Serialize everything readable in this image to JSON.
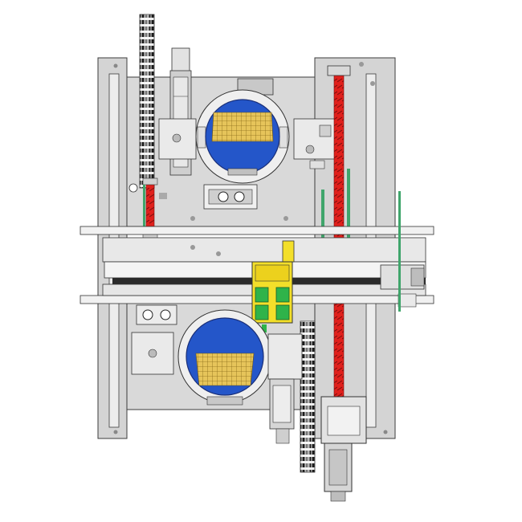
{
  "diagram": {
    "kind": "mechanical-assembly-top-view",
    "components": [
      "left-side-plate",
      "right-side-plate",
      "upper-center-plate",
      "lower-center-plate",
      "left-linear-rail",
      "right-linear-rail",
      "upper-wafer-chuck",
      "lower-wafer-chuck",
      "red-lead-screw-right",
      "red-lead-screw-left",
      "yellow-gripper-module",
      "green-gripper-fingers",
      "upper-left-cylinder",
      "lower-right-cylinder",
      "servo-motor-bottom",
      "cross-beam-upper",
      "cross-beam-lower",
      "drag-chain-left",
      "drag-chain-right"
    ],
    "colors": {
      "plate": "#d4d4d4",
      "plate_dark": "#bdbdbd",
      "line": "#3c3c3c",
      "chuck_blue": "#2456c9",
      "chuck_mesh": "#e6c45a",
      "screw_red": "#e0201c",
      "gripper_yellow": "#f3df2a",
      "gripper_green": "#2fb34a",
      "rail_green": "#3fa56b",
      "background": "#ffffff"
    }
  }
}
